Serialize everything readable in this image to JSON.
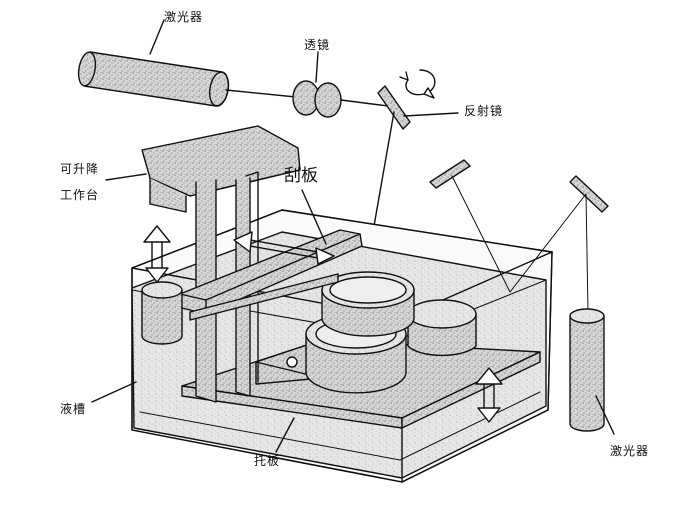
{
  "labels": {
    "laser_top": "激光器",
    "lens": "透镜",
    "mirror": "反射镜",
    "lift_platform_line1": "可升降",
    "lift_platform_line2": "工作台",
    "scraper": "刮板",
    "tank": "液槽",
    "tray": "托板",
    "laser_bottom": "激光器"
  },
  "colors": {
    "stroke": "#111111",
    "speckle_fill": "#c9c9c9",
    "liquid_fill": "#e4e4e4"
  }
}
